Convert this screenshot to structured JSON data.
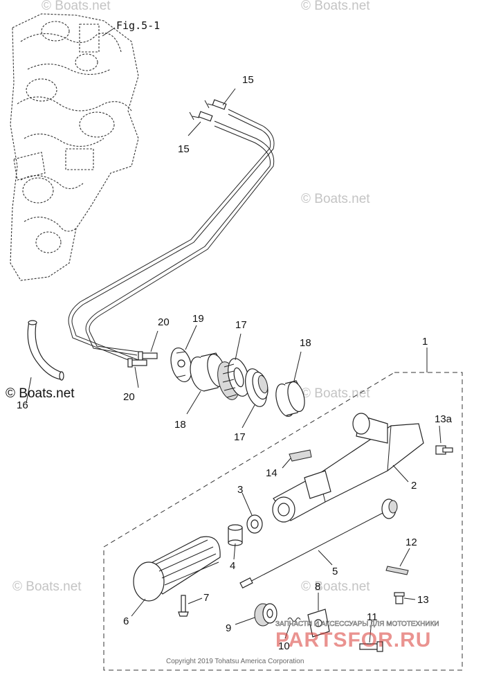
{
  "figure_ref": "Fig.5-1",
  "watermarks": [
    "© Boats.net",
    "© Boats.net",
    "© Boats.net",
    "© Boats.net",
    "© Boats.net",
    "© Boats.net"
  ],
  "watermark_dark": "© Boats.net",
  "copyright": "Copyright 2019 Tohatsu America Corporation",
  "brand_logo": "PARTSFOR.RU",
  "brand_tagline": "ЗАПЧАСТИ И АКСЕССУАРЫ ДЛЯ МОТОТЕХНИКИ",
  "callouts": {
    "c1": "1",
    "c2": "2",
    "c3": "3",
    "c4": "4",
    "c5": "5",
    "c6": "6",
    "c7": "7",
    "c8": "8",
    "c9": "9",
    "c10": "10",
    "c11": "11",
    "c12": "12",
    "c13": "13",
    "c13a": "13a",
    "c14": "14",
    "c15a": "15",
    "c15b": "15",
    "c16": "16",
    "c17a": "17",
    "c17b": "17",
    "c18a": "18",
    "c18b": "18",
    "c19": "19",
    "c20a": "20",
    "c20b": "20"
  },
  "colors": {
    "line": "#222222",
    "watermark": "#c4c4c4",
    "brand": "#d93a35"
  }
}
